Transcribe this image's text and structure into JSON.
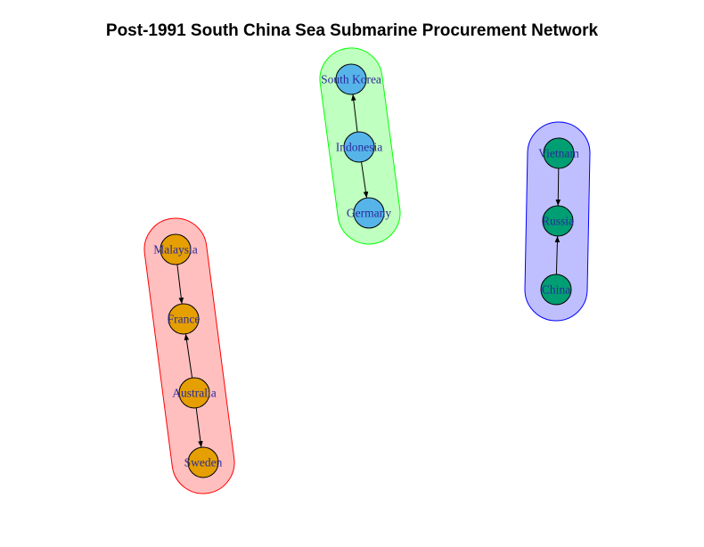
{
  "title": "Post-1991 South China Sea Submarine Procurement Network",
  "groups": [
    {
      "id": "red",
      "fill": "#ff000040",
      "stroke": "#ff0000",
      "nodes": [
        "Malaysia",
        "France",
        "Australia",
        "Sweden"
      ]
    },
    {
      "id": "green",
      "fill": "#00ff0040",
      "stroke": "#00ff00",
      "nodes": [
        "South Korea",
        "Indonesia",
        "Germany"
      ]
    },
    {
      "id": "blue",
      "fill": "#0000ff40",
      "stroke": "#0000ff",
      "nodes": [
        "Vietnam",
        "Russia",
        "China"
      ]
    }
  ],
  "nodes": [
    {
      "id": "Malaysia",
      "label": "Malaysia",
      "color": "#E69F00"
    },
    {
      "id": "France",
      "label": "France",
      "color": "#E69F00"
    },
    {
      "id": "Australia",
      "label": "Australia",
      "color": "#E69F00"
    },
    {
      "id": "Sweden",
      "label": "Sweden",
      "color": "#E69F00"
    },
    {
      "id": "South Korea",
      "label": "South Korea",
      "color": "#56B4E9"
    },
    {
      "id": "Indonesia",
      "label": "Indonesia",
      "color": "#56B4E9"
    },
    {
      "id": "Germany",
      "label": "Germany",
      "color": "#56B4E9"
    },
    {
      "id": "Vietnam",
      "label": "Vietnam",
      "color": "#009E73"
    },
    {
      "id": "Russia",
      "label": "Russia",
      "color": "#009E73"
    },
    {
      "id": "China",
      "label": "China",
      "color": "#009E73"
    }
  ],
  "edges": [
    {
      "from": "Malaysia",
      "to": "France"
    },
    {
      "from": "Australia",
      "to": "France"
    },
    {
      "from": "Australia",
      "to": "Sweden"
    },
    {
      "from": "Indonesia",
      "to": "South Korea"
    },
    {
      "from": "Indonesia",
      "to": "Germany"
    },
    {
      "from": "Vietnam",
      "to": "Russia"
    },
    {
      "from": "China",
      "to": "Russia"
    }
  ]
}
